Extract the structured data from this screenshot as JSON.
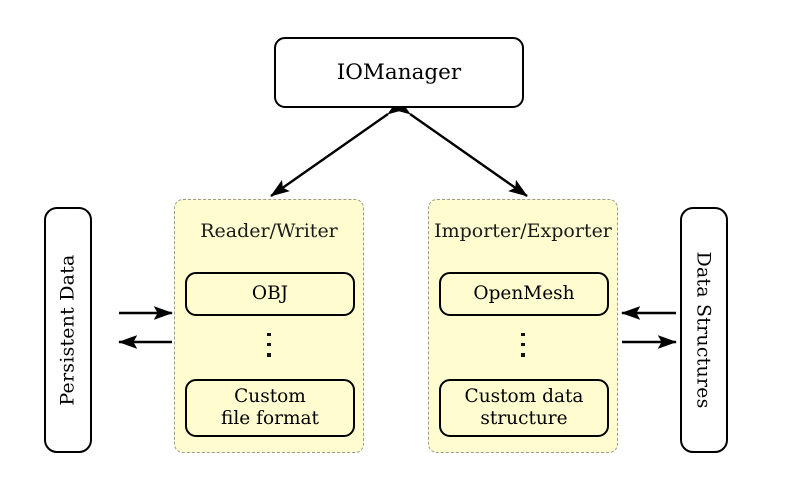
{
  "diagram": {
    "title": "IOManager architecture diagram",
    "colors": {
      "group_fill": "#fffdd0",
      "group_border": "#9a9a92",
      "node_border": "#000000",
      "arrow": "#000000",
      "background": "#ffffff"
    },
    "manager": {
      "label": "IOManager"
    },
    "left_store": {
      "label": "Persistent Data",
      "orientation": "rotated-up"
    },
    "right_store": {
      "label": "Data Structures",
      "orientation": "rotated-down"
    },
    "groups": [
      {
        "id": "reader-writer",
        "title": "Reader/Writer",
        "first_item": "OBJ",
        "ellipsis": "vertical-dots",
        "last_item": "Custom\nfile format",
        "last_item_lines": [
          "Custom",
          "file format"
        ]
      },
      {
        "id": "importer-exporter",
        "title": "Importer/Exporter",
        "first_item": "OpenMesh",
        "ellipsis": "vertical-dots",
        "last_item": "Custom data\nstructure",
        "last_item_lines": [
          "Custom data",
          "structure"
        ]
      }
    ],
    "connections": [
      {
        "id": "manager-to-readerwriter",
        "from": "IOManager",
        "to": "Reader/Writer",
        "style": "double-arrow-diagonal"
      },
      {
        "id": "manager-to-importerexporter",
        "from": "IOManager",
        "to": "Importer/Exporter",
        "style": "double-arrow-diagonal"
      },
      {
        "id": "persistent-to-readerwriter",
        "from": "Persistent Data",
        "to": "Reader/Writer",
        "style": "arrow-right"
      },
      {
        "id": "readerwriter-to-persistent",
        "from": "Reader/Writer",
        "to": "Persistent Data",
        "style": "arrow-left"
      },
      {
        "id": "datastructures-to-importer",
        "from": "Data Structures",
        "to": "Importer/Exporter",
        "style": "arrow-left"
      },
      {
        "id": "importer-to-datastructures",
        "from": "Importer/Exporter",
        "to": "Data Structures",
        "style": "arrow-right"
      }
    ]
  }
}
